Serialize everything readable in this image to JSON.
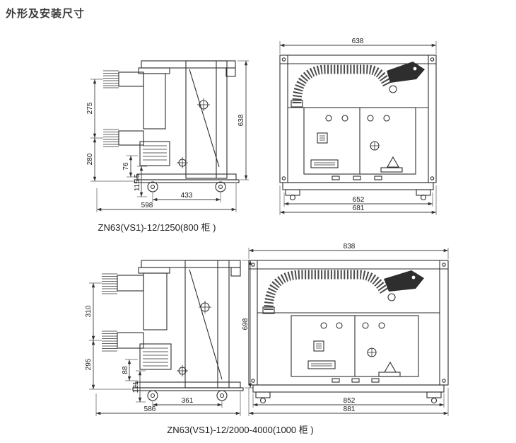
{
  "page": {
    "title": "外形及安装尺寸"
  },
  "colors": {
    "line": "#2e2e2e",
    "background": "#ffffff"
  },
  "figures": [
    {
      "caption": "ZN63(VS1)-12/1250(800 柜 )",
      "side": {
        "pole_pitch": "275",
        "lower_height": "280",
        "dim_a": "76",
        "dim_b": "115.5",
        "wheel_base": "433",
        "depth": "598",
        "height": "638"
      },
      "front": {
        "width_top": "638",
        "width_base": "652",
        "width_overall": "681"
      }
    },
    {
      "caption": "ZN63(VS1)-12/2000-4000(1000 柜 )",
      "side": {
        "pole_pitch": "310",
        "lower_height": "295",
        "dim_a": "88",
        "dim_b": "121",
        "wheel_base": "361",
        "depth": "586",
        "height": "698"
      },
      "front": {
        "width_top": "838",
        "width_base": "852",
        "width_overall": "881"
      }
    }
  ]
}
